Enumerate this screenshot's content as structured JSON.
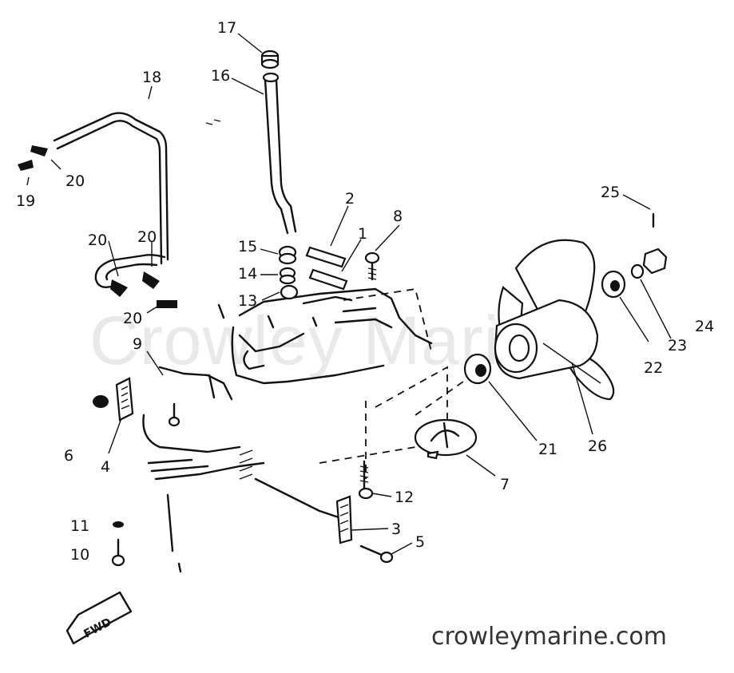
{
  "watermark": "Crowley Marine",
  "site": "crowleymarine.com",
  "fwd_label": "FWD",
  "callouts": {
    "c17": "17",
    "c16": "16",
    "c18": "18",
    "c20a": "20",
    "c19": "19",
    "c20b": "20",
    "c20c": "20",
    "c20d": "20",
    "c2": "2",
    "c1": "1",
    "c8": "8",
    "c15": "15",
    "c14": "14",
    "c13": "13",
    "c9": "9",
    "c6": "6",
    "c4": "4",
    "c25": "25",
    "c24": "24",
    "c23": "23",
    "c22": "22",
    "c21": "21",
    "c26": "26",
    "c7": "7",
    "c12": "12",
    "c3": "3",
    "c5": "5",
    "c11": "11",
    "c10": "10"
  }
}
